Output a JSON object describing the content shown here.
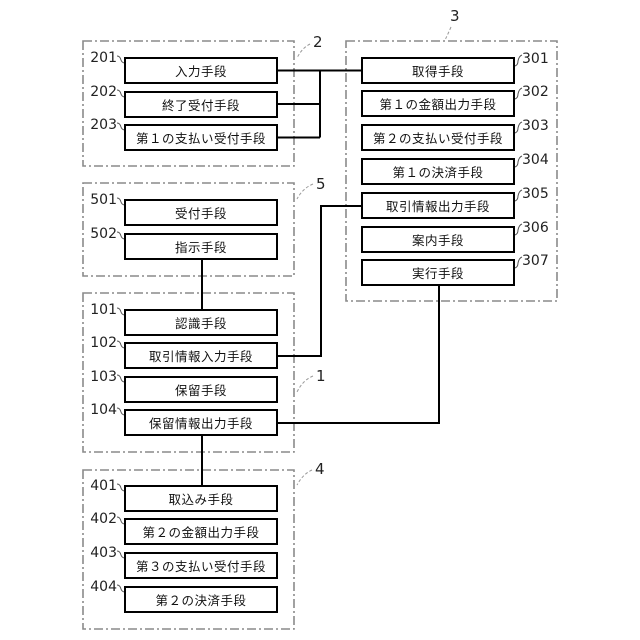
{
  "figure": {
    "groups": {
      "g2": {
        "label": "2",
        "items": [
          {
            "ref": "201",
            "text": "入力手段"
          },
          {
            "ref": "202",
            "text": "終了受付手段"
          },
          {
            "ref": "203",
            "text": "第１の支払い受付手段"
          }
        ]
      },
      "g5": {
        "label": "5",
        "items": [
          {
            "ref": "501",
            "text": "受付手段"
          },
          {
            "ref": "502",
            "text": "指示手段"
          }
        ]
      },
      "g1": {
        "label": "1",
        "items": [
          {
            "ref": "101",
            "text": "認識手段"
          },
          {
            "ref": "102",
            "text": "取引情報入力手段"
          },
          {
            "ref": "103",
            "text": "保留手段"
          },
          {
            "ref": "104",
            "text": "保留情報出力手段"
          }
        ]
      },
      "g4": {
        "label": "4",
        "items": [
          {
            "ref": "401",
            "text": "取込み手段"
          },
          {
            "ref": "402",
            "text": "第２の金額出力手段"
          },
          {
            "ref": "403",
            "text": "第３の支払い受付手段"
          },
          {
            "ref": "404",
            "text": "第２の決済手段"
          }
        ]
      },
      "g3": {
        "label": "3",
        "items": [
          {
            "ref": "301",
            "text": "取得手段"
          },
          {
            "ref": "302",
            "text": "第１の金額出力手段"
          },
          {
            "ref": "303",
            "text": "第２の支払い受付手段"
          },
          {
            "ref": "304",
            "text": "第１の決済手段"
          },
          {
            "ref": "305",
            "text": "取引情報出力手段"
          },
          {
            "ref": "306",
            "text": "案内手段"
          },
          {
            "ref": "307",
            "text": "実行手段"
          }
        ]
      }
    },
    "connections": [
      {
        "from": "201",
        "to": "301"
      },
      {
        "from": "202",
        "to": "301"
      },
      {
        "from": "203",
        "to": "301"
      },
      {
        "from": "502",
        "to": "101"
      },
      {
        "from": "305",
        "to": "102"
      },
      {
        "from": "307",
        "to": "104"
      },
      {
        "from": "104",
        "to": "401"
      }
    ]
  }
}
